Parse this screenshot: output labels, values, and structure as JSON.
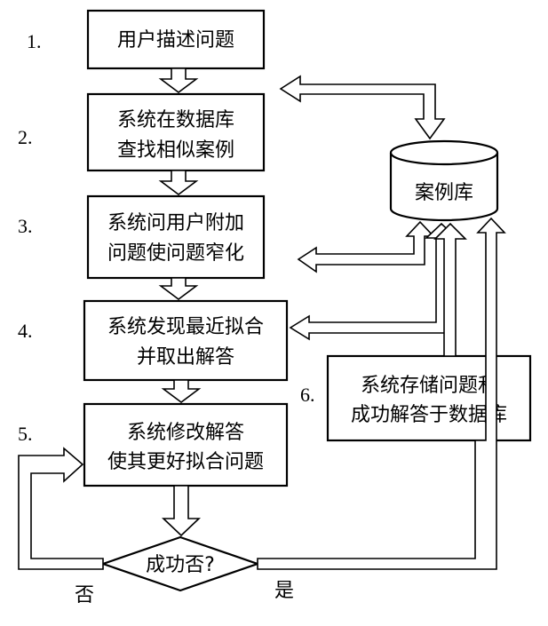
{
  "steps": [
    {
      "number": "1.",
      "lines": [
        "用户描述问题"
      ]
    },
    {
      "number": "2.",
      "lines": [
        "系统在数据库",
        "查找相似案例"
      ]
    },
    {
      "number": "3.",
      "lines": [
        "系统问用户附加",
        "问题使问题窄化"
      ]
    },
    {
      "number": "4.",
      "lines": [
        "系统发现最近拟合",
        "并取出解答"
      ]
    },
    {
      "number": "5.",
      "lines": [
        "系统修改解答",
        "使其更好拟合问题"
      ]
    }
  ],
  "store_step": {
    "number": "6.",
    "lines": [
      "系统存储问题和",
      "成功解答于数据库"
    ]
  },
  "database": {
    "label": "案例库"
  },
  "decision": {
    "label": "成功否?",
    "no_label": "否",
    "yes_label": "是"
  }
}
